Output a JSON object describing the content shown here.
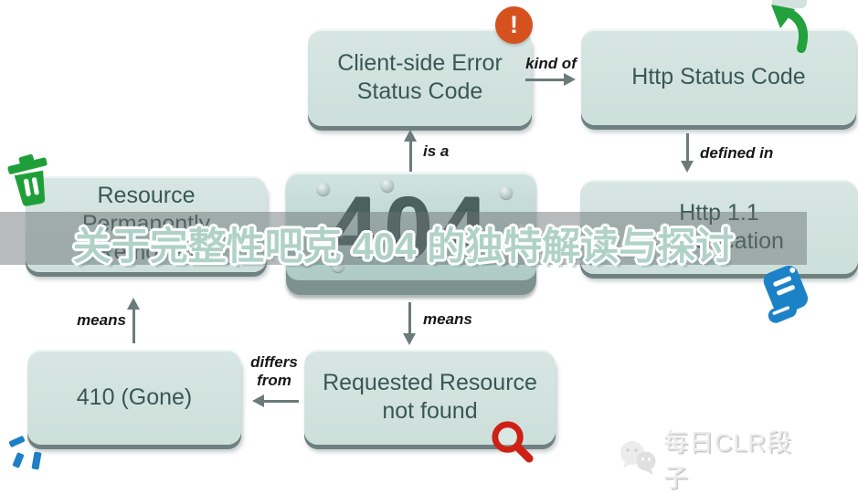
{
  "overlay": {
    "title": "关于完整性吧克 404 的独特解读与探讨"
  },
  "watermark": {
    "label": "每日CLR段子",
    "icon": "wechat-icon"
  },
  "nodes": {
    "center_404": {
      "label": "404"
    },
    "client_error": {
      "label": "Client-side Error Status Code"
    },
    "http_status": {
      "label": "Http Status Code"
    },
    "resource_removed": {
      "label": "Resource Permanently Removed"
    },
    "http_spec": {
      "label": "Http 1.1 Specification"
    },
    "gone_410": {
      "label": "410 (Gone)"
    },
    "requested_not_found": {
      "label": "Requested Resource not found"
    }
  },
  "edges": {
    "kind_of": {
      "label": "kind of"
    },
    "is_a": {
      "label": "is a"
    },
    "defined_in": {
      "label": "defined in"
    },
    "means_left": {
      "label": "means"
    },
    "means_center": {
      "label": "means"
    },
    "differs_from": {
      "label": "differs from"
    }
  },
  "icons": {
    "exclamation": {
      "glyph": "!"
    },
    "names": [
      "exclamation-icon",
      "curved-arrow-icon",
      "trash-icon",
      "document-scroll-icon",
      "magnifier-icon",
      "spark-marks",
      "wechat-icon"
    ]
  },
  "colors": {
    "node_fill": "#cfdfdb",
    "node_text": "#3a5754",
    "plate_fill": "#bcd5d1",
    "band_overlay": "rgba(104,113,112,0.48)",
    "overlay_text": "#b0d2c6",
    "arrow": "#6b7b7a",
    "accent_red": "#d5521e",
    "accent_green": "#22a13c",
    "accent_blue": "#1d80c6",
    "magnifier_red": "#ce2015"
  }
}
